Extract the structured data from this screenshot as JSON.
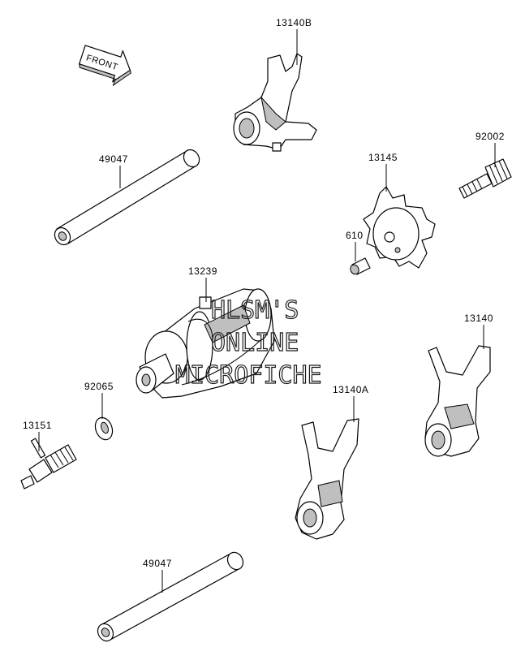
{
  "front_arrow": {
    "text": "FRONT"
  },
  "callouts": [
    {
      "id": "13140B"
    },
    {
      "id": "49047"
    },
    {
      "id": "92002"
    },
    {
      "id": "13145"
    },
    {
      "id": "610"
    },
    {
      "id": "13239"
    },
    {
      "id": "13140"
    },
    {
      "id": "92065"
    },
    {
      "id": "13140A"
    },
    {
      "id": "13151"
    },
    {
      "id": "49047"
    }
  ],
  "watermark": {
    "line1": "HLSM'S",
    "line2": "ONLINE",
    "line3": "MICROFICHE"
  }
}
